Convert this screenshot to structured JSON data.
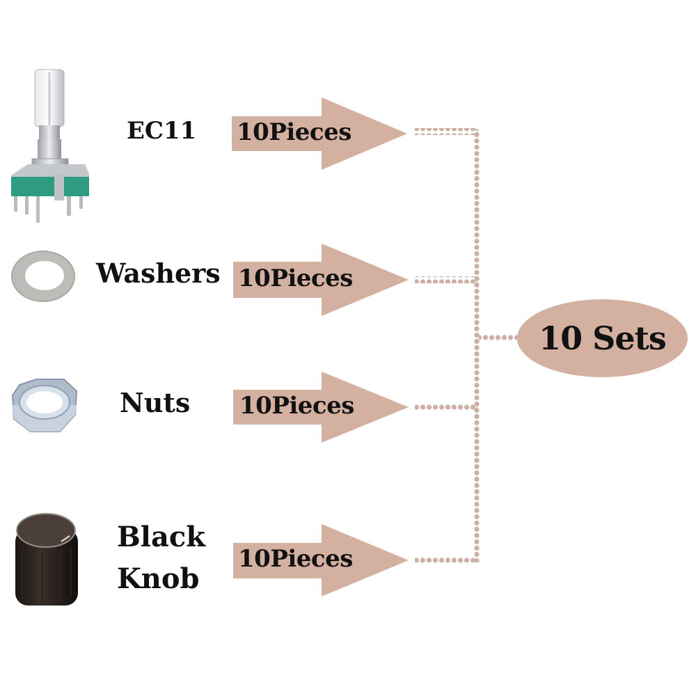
{
  "colors": {
    "accent": "#d3b09f",
    "dot": "#cdb0a3",
    "text": "#111111",
    "background": "#ffffff"
  },
  "items": [
    {
      "name": "EC11",
      "quantity": "10Pieces",
      "icon": "rotary-encoder-icon"
    },
    {
      "name": "Washers",
      "quantity": "10Pieces",
      "icon": "washer-icon"
    },
    {
      "name": "Nuts",
      "quantity": "10Pieces",
      "icon": "hex-nut-icon"
    },
    {
      "name_line1": "Black",
      "name_line2": "Knob",
      "quantity": "10Pieces",
      "icon": "knob-icon"
    }
  ],
  "total": {
    "label": "10 Sets"
  }
}
